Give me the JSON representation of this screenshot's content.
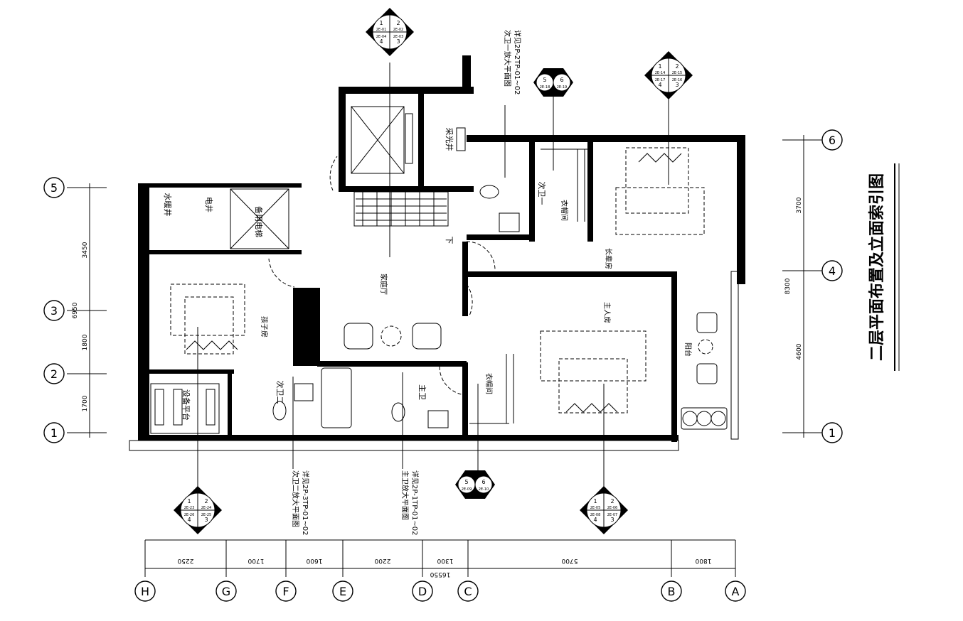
{
  "title": "二层平面布置及立面索引图",
  "axes_numeric": {
    "left": [
      "5",
      "3",
      "2",
      "1"
    ],
    "right": [
      "6",
      "4",
      "1"
    ]
  },
  "axes_letter": [
    "H",
    "G",
    "F",
    "E",
    "D",
    "C",
    "B",
    "A"
  ],
  "dims_left": [
    "3450",
    "6950",
    "1800",
    "1700"
  ],
  "dims_right": [
    "3700",
    "8300",
    "4600"
  ],
  "dims_bottom": [
    "2250",
    "1700",
    "1600",
    "2200",
    "1300",
    "5700",
    "1800"
  ],
  "dim_total_bottom": "16550",
  "rooms": {
    "shaft_water": "水暖井",
    "shaft_elec": "电井",
    "spare_elevator": "备用电梯",
    "skylight": "采光井",
    "down": "下",
    "family_hall": "家庭厅",
    "child_room": "孩子房",
    "equipment": "设备平台",
    "bath2": "次卫二",
    "master_bath": "主卫",
    "closet_a": "衣帽间",
    "closet_b": "衣帽间",
    "bath1": "次卫一",
    "elder_room": "长辈房",
    "master_room": "主人房",
    "balcony": "阳台"
  },
  "notes": {
    "bath1_line1": "次卫一放大平面图",
    "bath1_line2": "详见2P-2TP-01~02",
    "bath2_line1": "次卫二放大平面图",
    "bath2_line2": "详见2P-3TP-01~02",
    "master_line1": "主卫放大平面图",
    "master_line2": "详见2P-1TP-01~02"
  },
  "index_symbols": {
    "top_hall": {
      "q1": "1",
      "q2": "2",
      "q3": "3",
      "q4": "4",
      "r1": "2E-01",
      "r2": "2E-02",
      "r3": "2E-03",
      "r4": "2E-04"
    },
    "top_elder": {
      "q1": "1",
      "q2": "2",
      "q3": "3",
      "q4": "4",
      "r1": "2E-14",
      "r2": "2E-15",
      "r3": "2E-16",
      "r4": "2E-17"
    },
    "bottom_child": {
      "q1": "1",
      "q2": "2",
      "q3": "3",
      "q4": "4",
      "r1": "2E-23",
      "r2": "2E-24",
      "r3": "2E-25",
      "r4": "2E-26"
    },
    "bottom_master": {
      "q1": "1",
      "q2": "2",
      "q3": "3",
      "q4": "4",
      "r1": "2E-05",
      "r2": "2E-06",
      "r3": "2E-07",
      "r4": "2E-08"
    }
  },
  "pair_symbols": {
    "top": {
      "a": "5",
      "b": "6",
      "ra": "2E-18",
      "rb": "2E-19"
    },
    "bottom": {
      "a": "5",
      "b": "6",
      "ra": "2E-09",
      "rb": "2E-10"
    }
  }
}
